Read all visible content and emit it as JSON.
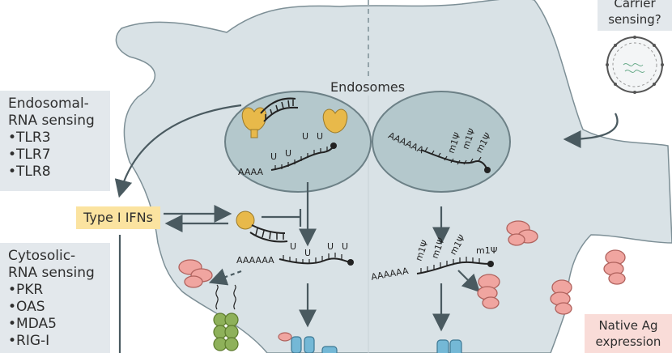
{
  "endosomes_label": "Endosomes",
  "endosomal_box": {
    "title_line1": "Endosomal-",
    "title_line2": "RNA sensing",
    "items": [
      "TLR3",
      "TLR7",
      "TLR8"
    ]
  },
  "cytosolic_box": {
    "title_line1": "Cytosolic-",
    "title_line2": "RNA sensing",
    "items": [
      "PKR",
      "OAS",
      "MDA5",
      "RIG-I"
    ]
  },
  "type_ifn_label": "Type I IFNs",
  "carrier_box": {
    "line1": "Carrier",
    "line2": "sensing?"
  },
  "native_box": {
    "line1": "Native Ag",
    "line2": "expression"
  },
  "rna": {
    "left_endosome_tail": "AAAA",
    "left_endosome_u": [
      "U",
      "U",
      "U",
      "U"
    ],
    "left_cytosol_tail": "AAAAAA",
    "left_cytosol_u": [
      "U",
      "U",
      "U",
      "U"
    ],
    "right_endosome_tail": "AAAAAA",
    "right_cytosol_tail": "AAAAAA",
    "m1psi": "m1Ψ"
  },
  "colors": {
    "cell": "#d9e2e6",
    "endosome": "#b4c8cc",
    "tlr": "#e8b94a",
    "ribosome": "#f0a5a0",
    "ifn": "#fbe3a0",
    "label_box": "#e3e8ec",
    "native_box": "#f9dcd8",
    "protein_green": "#8eb15a",
    "receptor_blue": "#74b8d6"
  }
}
